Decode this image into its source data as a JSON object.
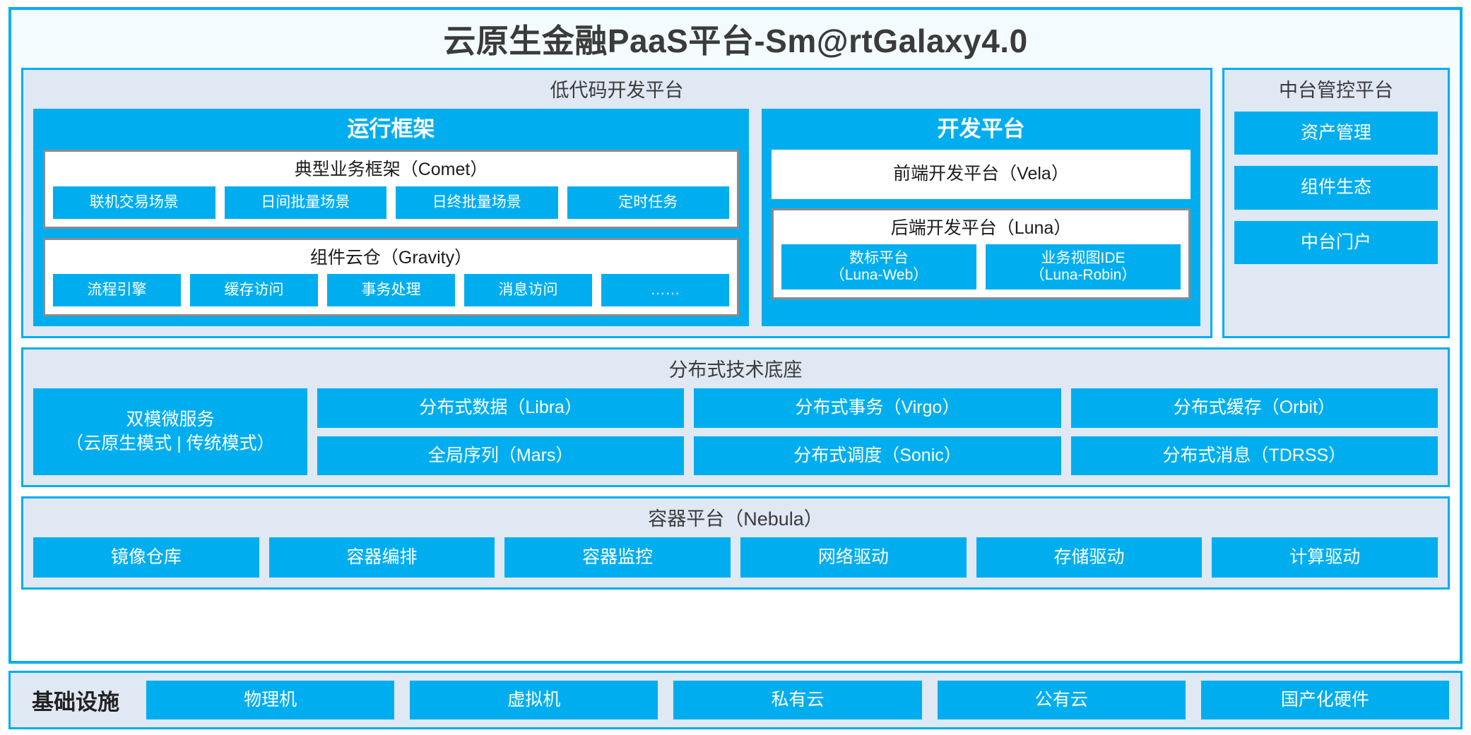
{
  "title": "云原生金融PaaS平台-Sm@rtGalaxy4.0",
  "colors": {
    "accent": "#00AEEF",
    "panel_bg": "#dfe8f3",
    "frame_border": "#00AEEF",
    "inner_box_border": "#8c8c8c",
    "text_dark": "#3b3b3b",
    "text_on_accent": "#ffffff"
  },
  "lowcode": {
    "title": "低代码开发平台",
    "runtime": {
      "title": "运行框架",
      "comet": {
        "title": "典型业务框架（Comet）",
        "items": [
          "联机交易场景",
          "日间批量场景",
          "日终批量场景",
          "定时任务"
        ]
      },
      "gravity": {
        "title": "组件云仓（Gravity）",
        "items": [
          "流程引擎",
          "缓存访问",
          "事务处理",
          "消息访问",
          "……"
        ]
      }
    },
    "devplatform": {
      "title": "开发平台",
      "frontend": "前端开发平台（Vela）",
      "backend": {
        "title": "后端开发平台（Luna）",
        "items": [
          {
            "name": "数标平台",
            "code": "（Luna-Web）"
          },
          {
            "name": "业务视图IDE",
            "code": "（Luna-Robin）"
          }
        ]
      }
    }
  },
  "mgmt": {
    "title": "中台管控平台",
    "items": [
      "资产管理",
      "组件生态",
      "中台门户"
    ]
  },
  "distributed": {
    "title": "分布式技术底座",
    "microservice": {
      "line1": "双模微服务",
      "line2": "（云原生模式 | 传统模式）"
    },
    "columns": [
      [
        "分布式数据（Libra）",
        "全局序列（Mars）"
      ],
      [
        "分布式事务（Virgo）",
        "分布式调度（Sonic）"
      ],
      [
        "分布式缓存（Orbit）",
        "分布式消息（TDRSS）"
      ]
    ]
  },
  "container": {
    "title": "容器平台（Nebula）",
    "items": [
      "镜像仓库",
      "容器编排",
      "容器监控",
      "网络驱动",
      "存储驱动",
      "计算驱动"
    ]
  },
  "infrastructure": {
    "label": "基础设施",
    "items": [
      "物理机",
      "虚拟机",
      "私有云",
      "公有云",
      "国产化硬件"
    ]
  }
}
